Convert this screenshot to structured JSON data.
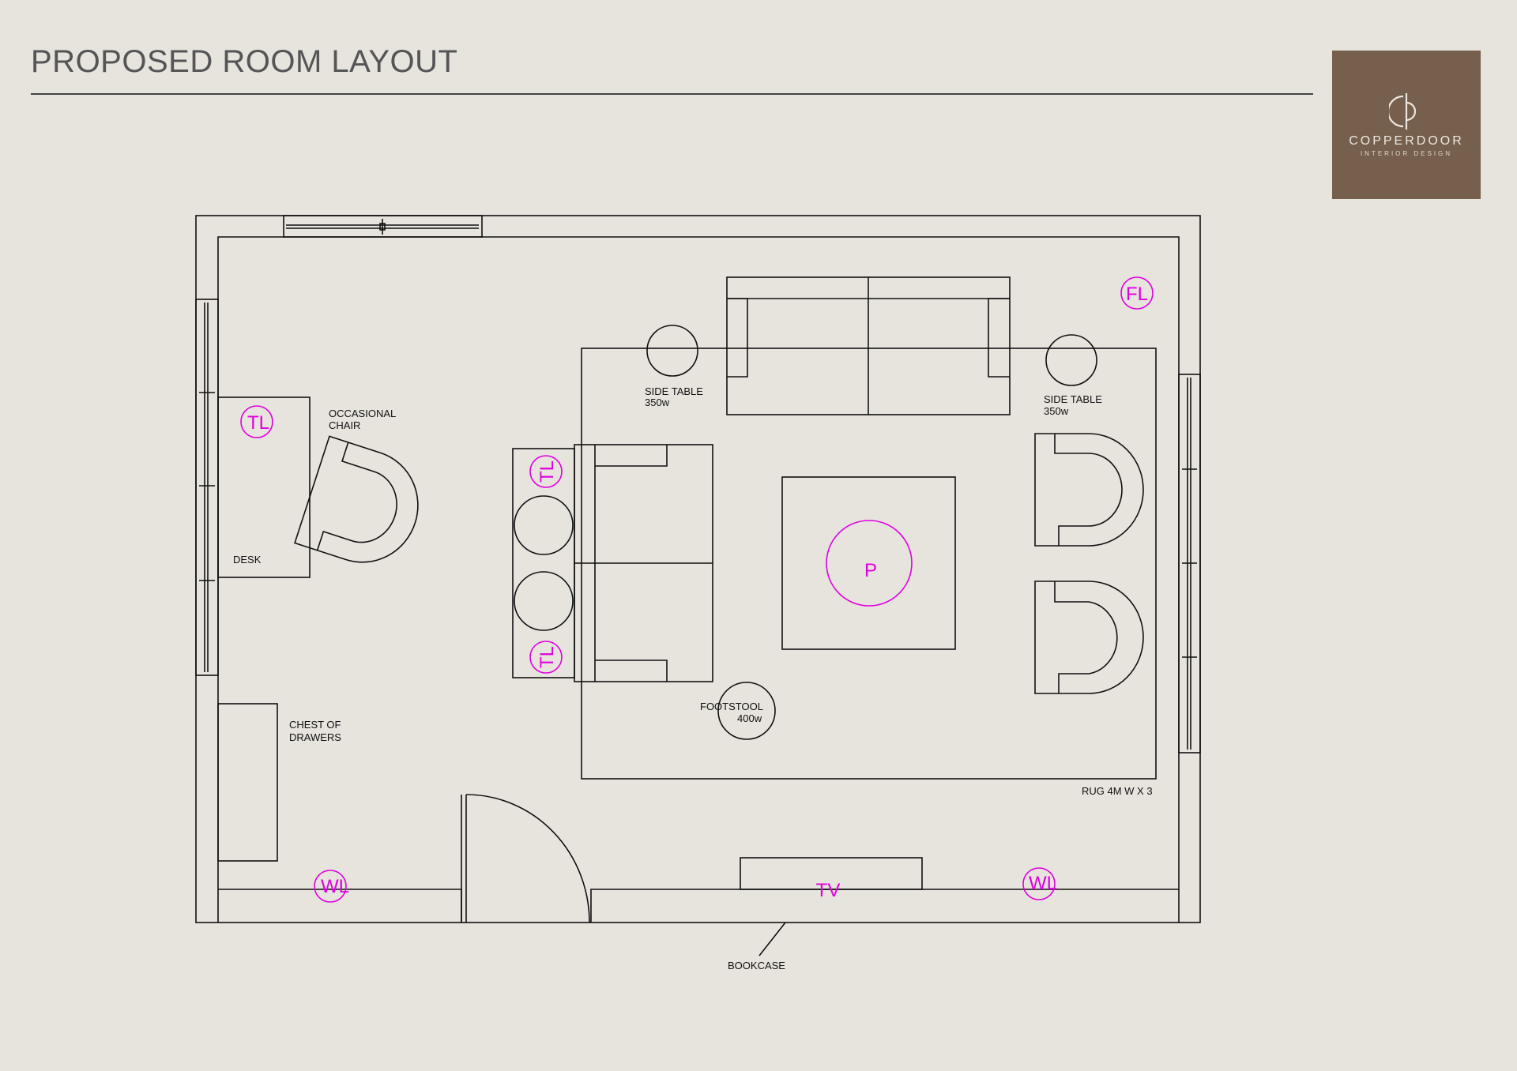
{
  "header": {
    "title": "PROPOSED ROOM LAYOUT"
  },
  "logo": {
    "name": "COPPERDOOR",
    "subtitle": "INTERIOR DESIGN",
    "background": "#76604d"
  },
  "plan": {
    "labels": {
      "side_table_left": "SIDE TABLE",
      "side_table_left_size": "350w",
      "side_table_right": "SIDE TABLE",
      "side_table_right_size": "350w",
      "occasional_chair_1": "OCCASIONAL",
      "occasional_chair_2": "CHAIR",
      "desk": "DESK",
      "chest_1": "CHEST OF",
      "chest_2": "DRAWERS",
      "footstool": "FOOTSTOOL",
      "footstool_size": "400w",
      "rug": "RUG 4M W X 3",
      "bookcase": "BOOKCASE"
    },
    "markers": {
      "floor_lamp": "FL",
      "table_lamp_desk": "TL",
      "table_lamp_1": "TL",
      "table_lamp_2": "TL",
      "pouf": "P",
      "wall_light_left": "WL",
      "wall_light_right": "WL",
      "tv": "TV"
    },
    "colors": {
      "line": "#111111",
      "marker": "#e000e0"
    }
  }
}
